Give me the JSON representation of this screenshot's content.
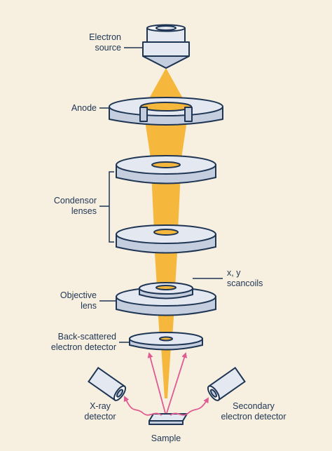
{
  "labels": {
    "electron_source": "Electron\nsource",
    "anode": "Anode",
    "condensor_lenses": "Condensor\nlenses",
    "scancoils": "x, y\nscancoils",
    "objective_lens": "Objective\nlens",
    "backscattered_detector": "Back-scattered\nelectron detector",
    "xray_detector": "X-ray\ndetector",
    "secondary_detector": "Secondary\nelectron detector",
    "sample": "Sample"
  },
  "colors": {
    "background": "#f7efdf",
    "beam": "#f5b83d",
    "outline": "#1e3554",
    "component_fill": "#e3e8f1",
    "component_side": "#c4cede",
    "arrow": "#e05b93"
  }
}
